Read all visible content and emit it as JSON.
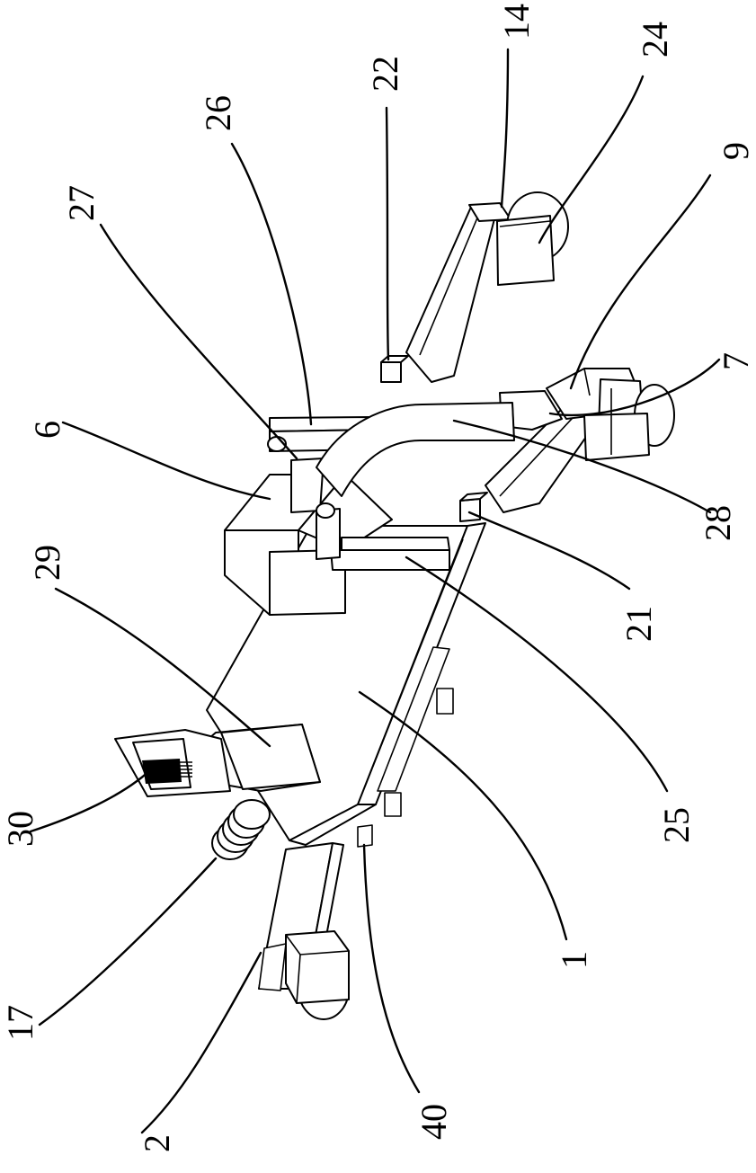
{
  "figure": {
    "labels": [
      "1",
      "2",
      "6",
      "7",
      "9",
      "14",
      "17",
      "21",
      "22",
      "24",
      "25",
      "26",
      "27",
      "28",
      "29",
      "30",
      "40"
    ]
  }
}
